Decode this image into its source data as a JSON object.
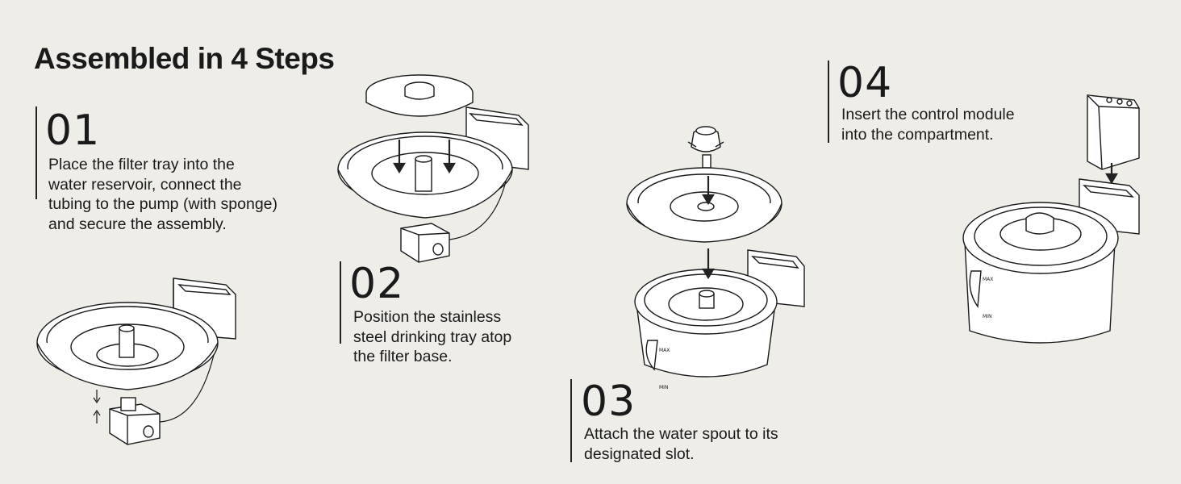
{
  "title": "Assembled in 4 Steps",
  "steps": [
    {
      "number": "01",
      "lines": [
        "Place the filter tray into the",
        "water reservoir, connect the",
        "tubing to the pump (with sponge)",
        "and secure the assembly."
      ]
    },
    {
      "number": "02",
      "lines": [
        "Position the stainless",
        "steel drinking tray atop",
        "the filter base."
      ]
    },
    {
      "number": "03",
      "lines": [
        "Attach the water spout to its",
        "designated slot."
      ]
    },
    {
      "number": "04",
      "lines": [
        "Insert the control module",
        "into the compartment."
      ]
    }
  ],
  "labels": {
    "max": "MAX",
    "min": "MIN"
  },
  "colors": {
    "background": "#efede8",
    "line": "#1a1a1a",
    "body": "#ffffff",
    "arrow": "#222222"
  }
}
